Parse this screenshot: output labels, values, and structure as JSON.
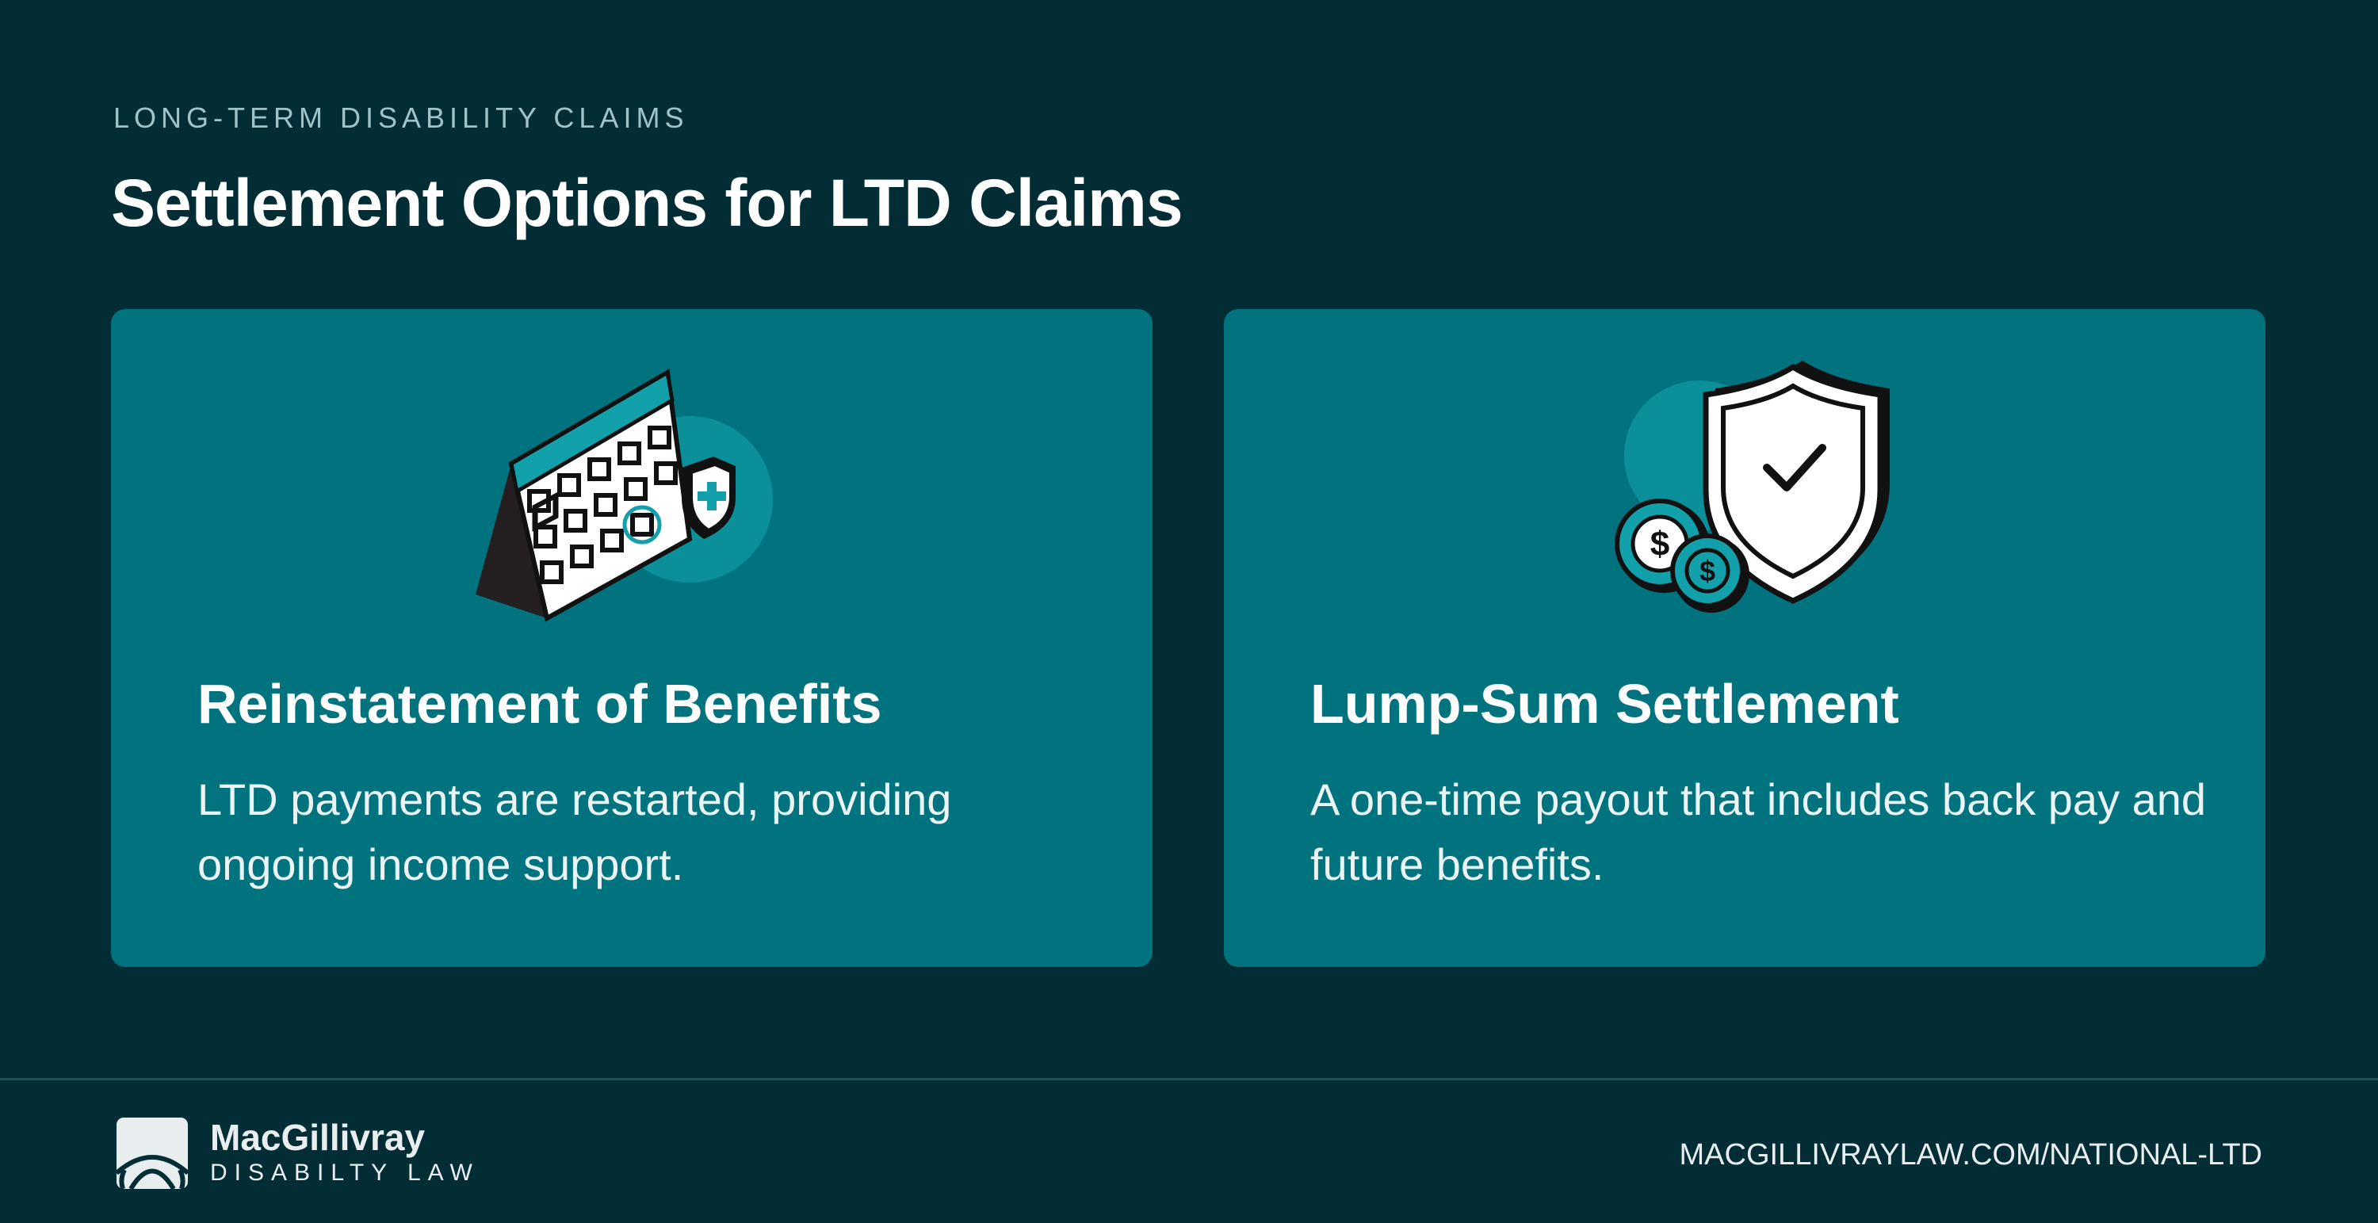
{
  "header": {
    "eyebrow": "LONG-TERM DISABILITY CLAIMS",
    "title": "Settlement Options for LTD Claims"
  },
  "cards": [
    {
      "icon": "calendar-shield-icon",
      "heading": "Reinstatement of Benefits",
      "body": "LTD payments are restarted, providing ongoing income support."
    },
    {
      "icon": "shield-coins-icon",
      "heading": "Lump-Sum Settlement",
      "body": "A one-time payout that includes back pay and future benefits."
    }
  ],
  "footer": {
    "logo_name": "MacGillivray",
    "logo_sub": "DISABILTY LAW",
    "url": "MACGILLIVRAYLAW.COM/NATIONAL-LTD"
  },
  "colors": {
    "background": "#022d35",
    "card": "#00737f",
    "accent": "#12a1aa"
  }
}
